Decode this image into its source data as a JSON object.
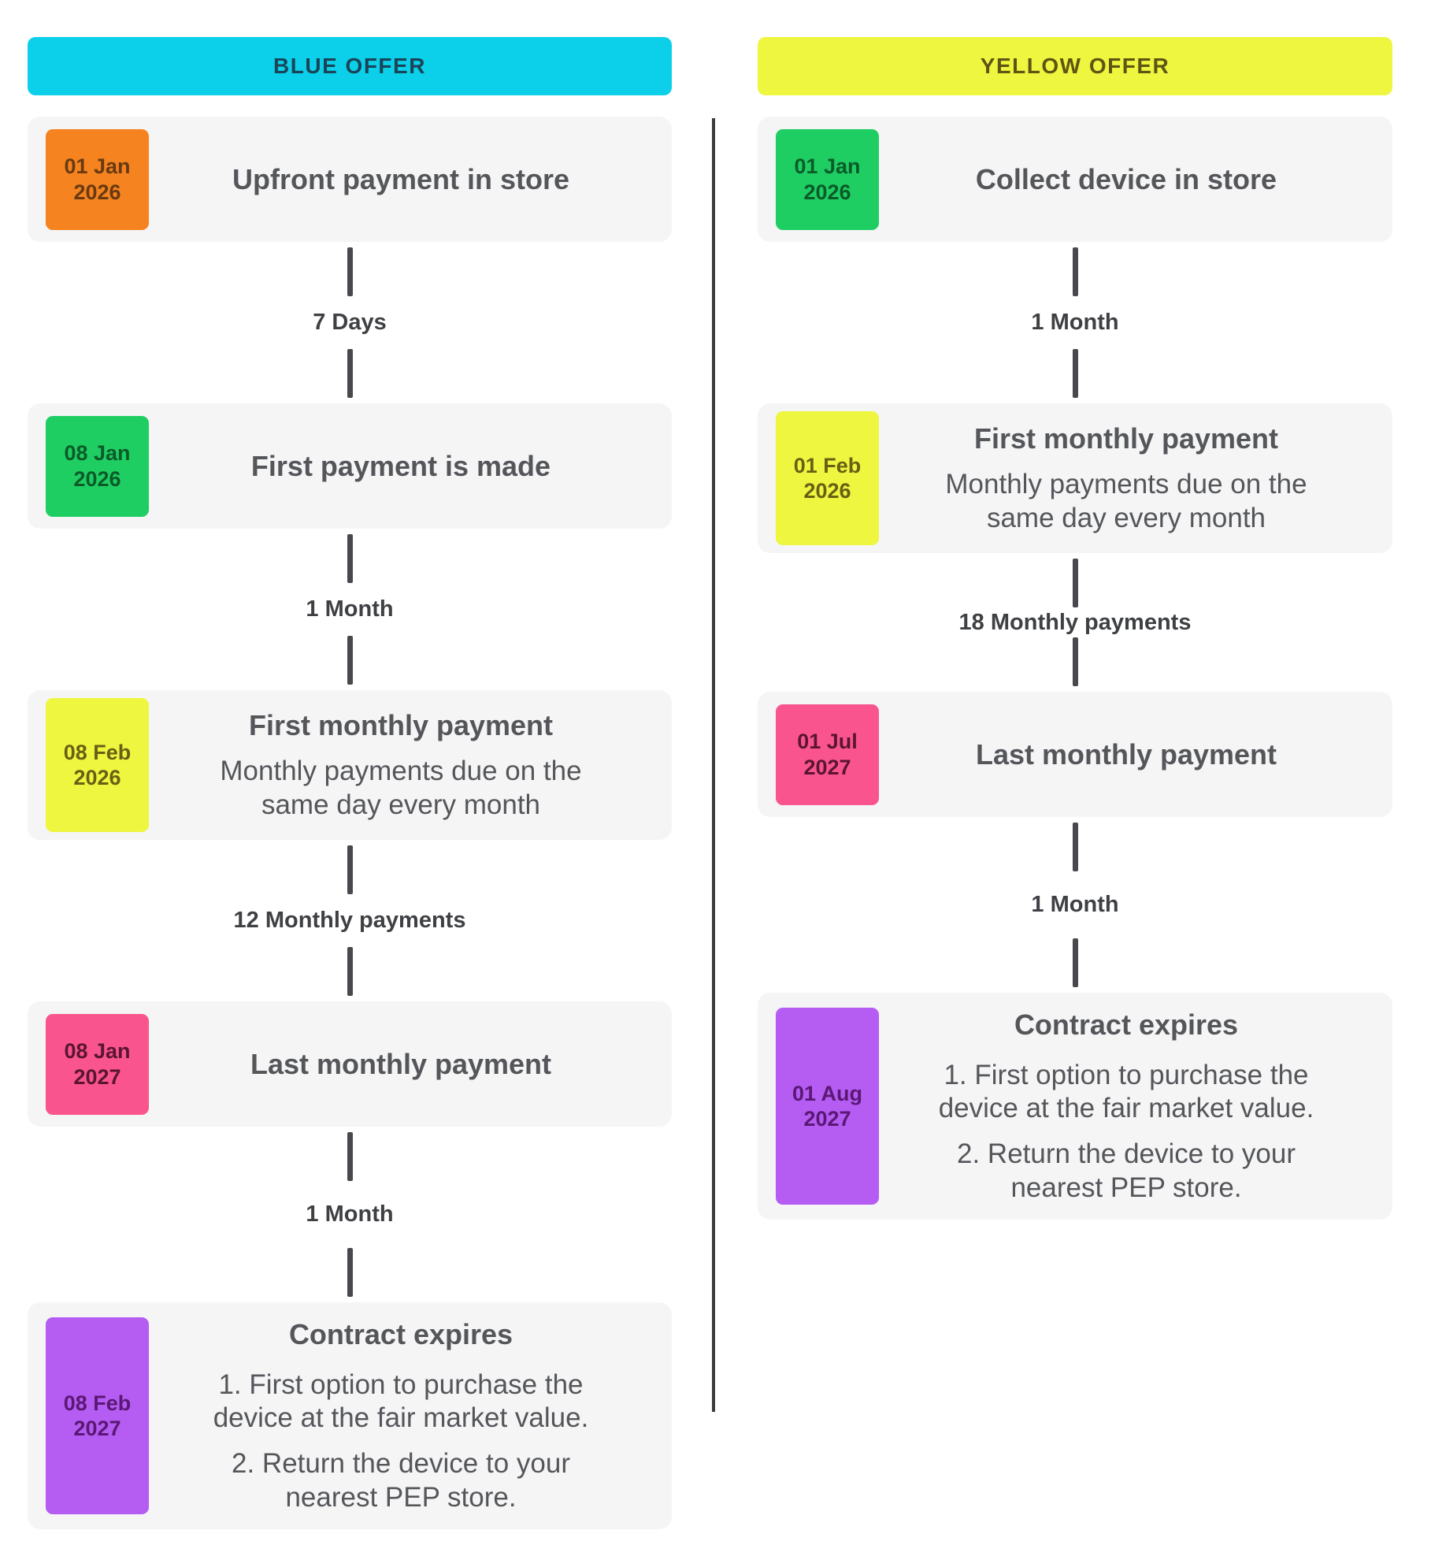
{
  "palette": {
    "card_bg": "#F5F5F6",
    "body_text": "#54565A",
    "connector_line": "#47494D",
    "connector_label": "#3E4043",
    "divider": "#3A3C3E",
    "cyan": "#0CD0E9",
    "cyan_text": "#1A4458",
    "yellow": "#EEF63F",
    "yellow_text": "#5E5414",
    "orange": "#F5831F",
    "orange_text": "#693A11",
    "green": "#1FCE63",
    "green_text": "#0A5B28",
    "yellow_badge_text": "#6A5F14",
    "pink": "#F9548E",
    "pink_text": "#5A1531",
    "purple": "#B55CF2",
    "purple_text": "#5A1874"
  },
  "columns": [
    {
      "header": {
        "label": "BLUE OFFER",
        "bg": "#0CD0E9",
        "fg": "#1A4458"
      },
      "items": [
        {
          "type": "card",
          "badge": {
            "line1": "01 Jan",
            "line2": "2026",
            "bg": "#F5831F",
            "fg": "#693A11"
          },
          "title": "Upfront payment in store"
        },
        {
          "type": "connector",
          "label": "7 Days"
        },
        {
          "type": "card",
          "badge": {
            "line1": "08 Jan",
            "line2": "2026",
            "bg": "#1FCE63",
            "fg": "#0A5B28"
          },
          "title": "First payment is made"
        },
        {
          "type": "connector",
          "label": "1 Month"
        },
        {
          "type": "card",
          "badge": {
            "line1": "08 Feb",
            "line2": "2026",
            "bg": "#EEF63F",
            "fg": "#6A5F14"
          },
          "title": "First monthly payment",
          "subtitle": "Monthly payments due on the same day every month"
        },
        {
          "type": "connector",
          "label": "12 Monthly payments"
        },
        {
          "type": "card",
          "badge": {
            "line1": "08 Jan",
            "line2": "2027",
            "bg": "#F9548E",
            "fg": "#5A1531"
          },
          "title": "Last monthly payment"
        },
        {
          "type": "connector",
          "label": "1 Month"
        },
        {
          "type": "card",
          "badge": {
            "line1": "08 Feb",
            "line2": "2027",
            "bg": "#B55CF2",
            "fg": "#5A1874"
          },
          "title": "Contract expires",
          "list": [
            "1. First option to purchase the device at the fair market value.",
            "2. Return the device to your nearest PEP store."
          ]
        }
      ]
    },
    {
      "header": {
        "label": "YELLOW OFFER",
        "bg": "#EEF63F",
        "fg": "#5E5414"
      },
      "items": [
        {
          "type": "card",
          "badge": {
            "line1": "01 Jan",
            "line2": "2026",
            "bg": "#1FCE63",
            "fg": "#0A5B28"
          },
          "title": "Collect device in store"
        },
        {
          "type": "connector",
          "label": "1 Month"
        },
        {
          "type": "card",
          "badge": {
            "line1": "01 Feb",
            "line2": "2026",
            "bg": "#EEF63F",
            "fg": "#6A5F14"
          },
          "title": "First monthly payment",
          "subtitle": "Monthly payments due on the same day every month"
        },
        {
          "type": "connector",
          "label": "18 Monthly payments"
        },
        {
          "type": "card",
          "badge": {
            "line1": "01 Jul",
            "line2": "2027",
            "bg": "#F9548E",
            "fg": "#5A1531"
          },
          "title": "Last monthly payment"
        },
        {
          "type": "connector",
          "label": "1 Month"
        },
        {
          "type": "card",
          "badge": {
            "line1": "01 Aug",
            "line2": "2027",
            "bg": "#B55CF2",
            "fg": "#5A1874"
          },
          "title": "Contract expires",
          "list": [
            "1. First option to purchase the device at the fair market value.",
            "2. Return the device to your nearest PEP store."
          ]
        }
      ]
    }
  ]
}
